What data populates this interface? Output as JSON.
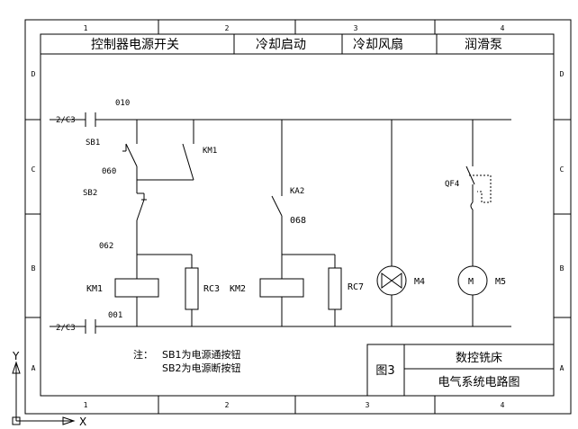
{
  "frame": {
    "top_columns": [
      "1",
      "2",
      "3",
      "4"
    ],
    "bottom_columns": [
      "1",
      "2",
      "3",
      "4"
    ],
    "left_rows": [
      "D",
      "C",
      "B",
      "A"
    ],
    "right_rows": [
      "D",
      "C",
      "B",
      "A"
    ]
  },
  "header": {
    "cells": [
      "控制器电源开关",
      "冷却启动",
      "冷却风扇",
      "润滑泵"
    ]
  },
  "circuit": {
    "line_top": "2/C3",
    "line_bottom": "2/C3",
    "labels": {
      "n010": "010",
      "n060": "060",
      "n062": "062",
      "n001": "001",
      "n068": "068",
      "sb1": "SB1",
      "sb2": "SB2",
      "km1_contact": "KM1",
      "ka2": "KA2",
      "qf4": "QF4",
      "km1_coil": "KM1",
      "rc3": "RC3",
      "km2_coil": "KM2",
      "rc7": "RC7",
      "m4": "M4",
      "m5": "M5",
      "m5_symbol": "M"
    }
  },
  "notes": {
    "prefix": "注：",
    "line1": "SB1为电源通按钮",
    "line2": "SB2为电源断按钮"
  },
  "title_block": {
    "fig_no": "图3",
    "title": "数控铣床",
    "subtitle": "电气系统电路图"
  },
  "axis": {
    "y": "Y",
    "x": "X"
  },
  "colors": {
    "line": "#000000",
    "axis_icon": "#000000"
  }
}
